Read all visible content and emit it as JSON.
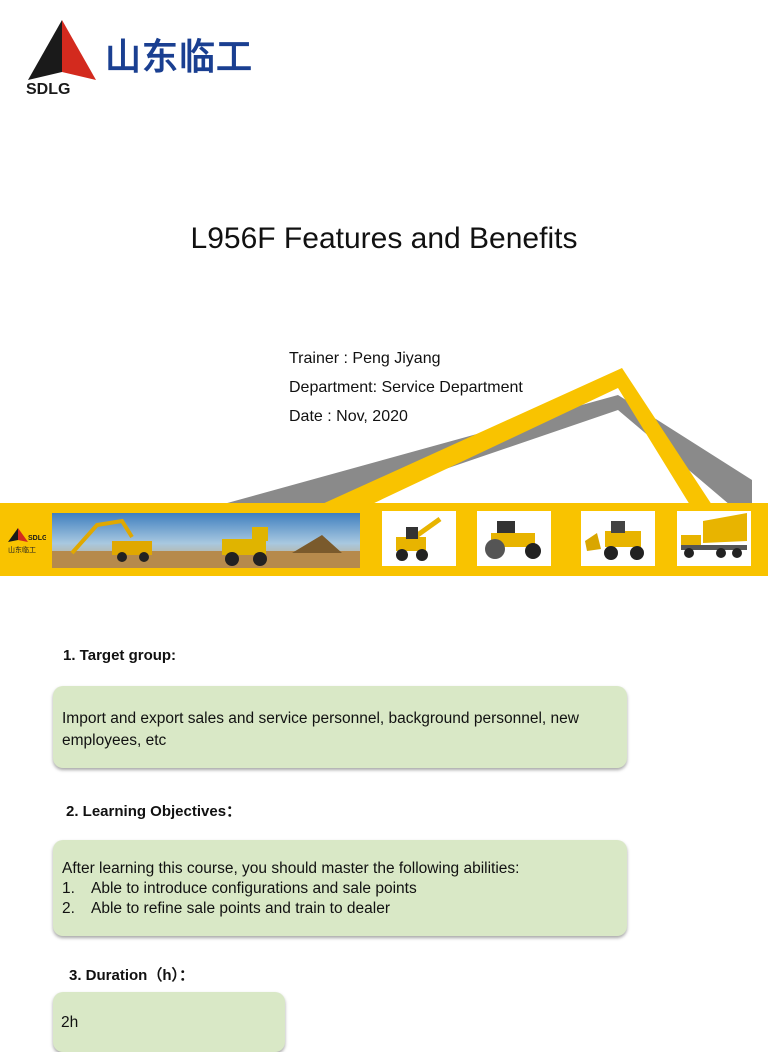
{
  "logo": {
    "brand_latin": "SDLG",
    "brand_cn": "山东临工"
  },
  "title": "L956F Features and Benefits",
  "meta": {
    "trainer": "Trainer : Peng Jiyang",
    "department": "Department: Service Department",
    "date": "Date : Nov, 2020"
  },
  "strip": {
    "logo_latin": "SDLG",
    "logo_cn": "山东临工"
  },
  "colors": {
    "brand_blue": "#1a3f91",
    "brand_red": "#d32a1e",
    "strip_yellow": "#f9c300",
    "box_green": "#d9e8c6",
    "gray": "#8a8a8a"
  },
  "sections": [
    {
      "heading": "1. Target  group:",
      "text": "Import and export sales and service personnel, background personnel, new employees, etc"
    },
    {
      "heading": "2. Learning Objectives：",
      "intro": "After learning this course, you should master the following abilities:",
      "items": [
        {
          "num": "1.",
          "text": "Able to introduce configurations and sale points"
        },
        {
          "num": "2.",
          "text": "Able to refine sale points and train to dealer"
        }
      ]
    },
    {
      "heading": "3. Duration（h）：",
      "text": "2h"
    }
  ]
}
